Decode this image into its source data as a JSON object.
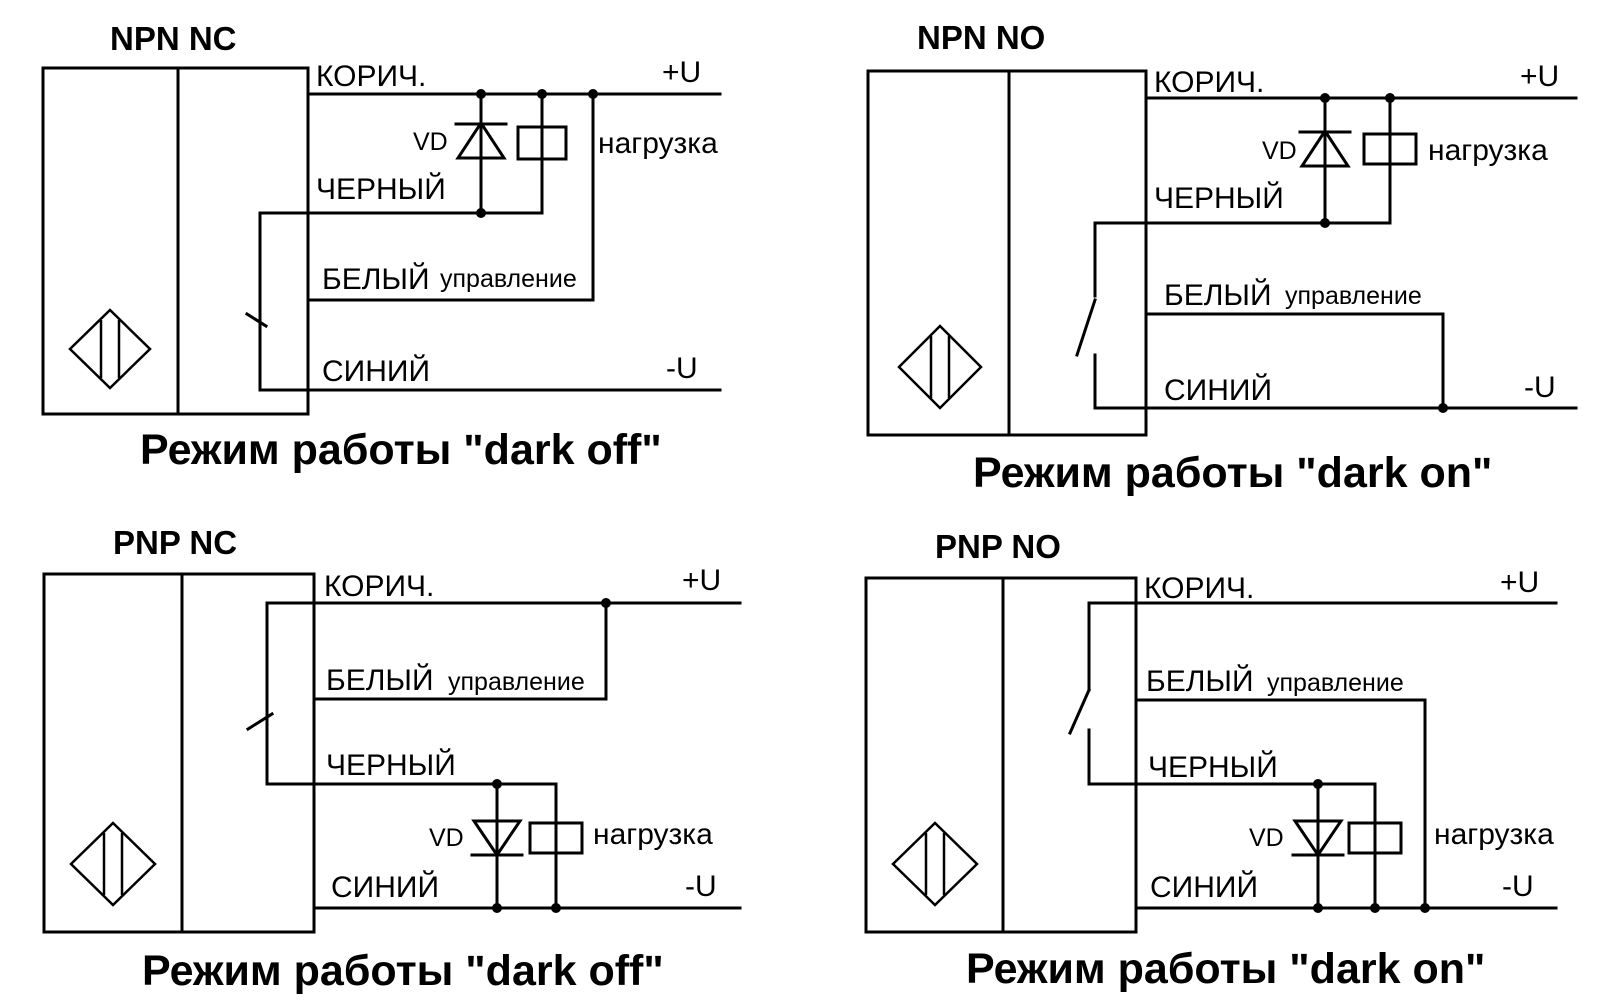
{
  "diagrams": {
    "npn_nc": {
      "title": "NPN NC",
      "caption": "Режим работы \"dark off\"",
      "brown": "КОРИЧ.",
      "black": "ЧЕРНЫЙ",
      "white": "БЕЛЫЙ",
      "control": "управление",
      "blue": "СИНИЙ",
      "plus": "+U",
      "minus": "-U",
      "vd": "VD",
      "load": "нагрузка"
    },
    "npn_no": {
      "title": "NPN NO",
      "caption": "Режим работы \"dark on\"",
      "brown": "КОРИЧ.",
      "black": "ЧЕРНЫЙ",
      "white": "БЕЛЫЙ",
      "control": "управление",
      "blue": "СИНИЙ",
      "plus": "+U",
      "minus": "-U",
      "vd": "VD",
      "load": "нагрузка"
    },
    "pnp_nc": {
      "title": "PNP NC",
      "caption": "Режим работы \"dark off\"",
      "brown": "КОРИЧ.",
      "white": "БЕЛЫЙ",
      "control": "управление",
      "black": "ЧЕРНЫЙ",
      "blue": "СИНИЙ",
      "plus": "+U",
      "minus": "-U",
      "vd": "VD",
      "load": "нагрузка"
    },
    "pnp_no": {
      "title": "PNP NO",
      "caption": "Режим работы \"dark on\"",
      "brown": "КОРИЧ.",
      "white": "БЕЛЫЙ",
      "control": "управление",
      "black": "ЧЕРНЫЙ",
      "blue": "СИНИЙ",
      "plus": "+U",
      "minus": "-U",
      "vd": "VD",
      "load": "нагрузка"
    }
  }
}
